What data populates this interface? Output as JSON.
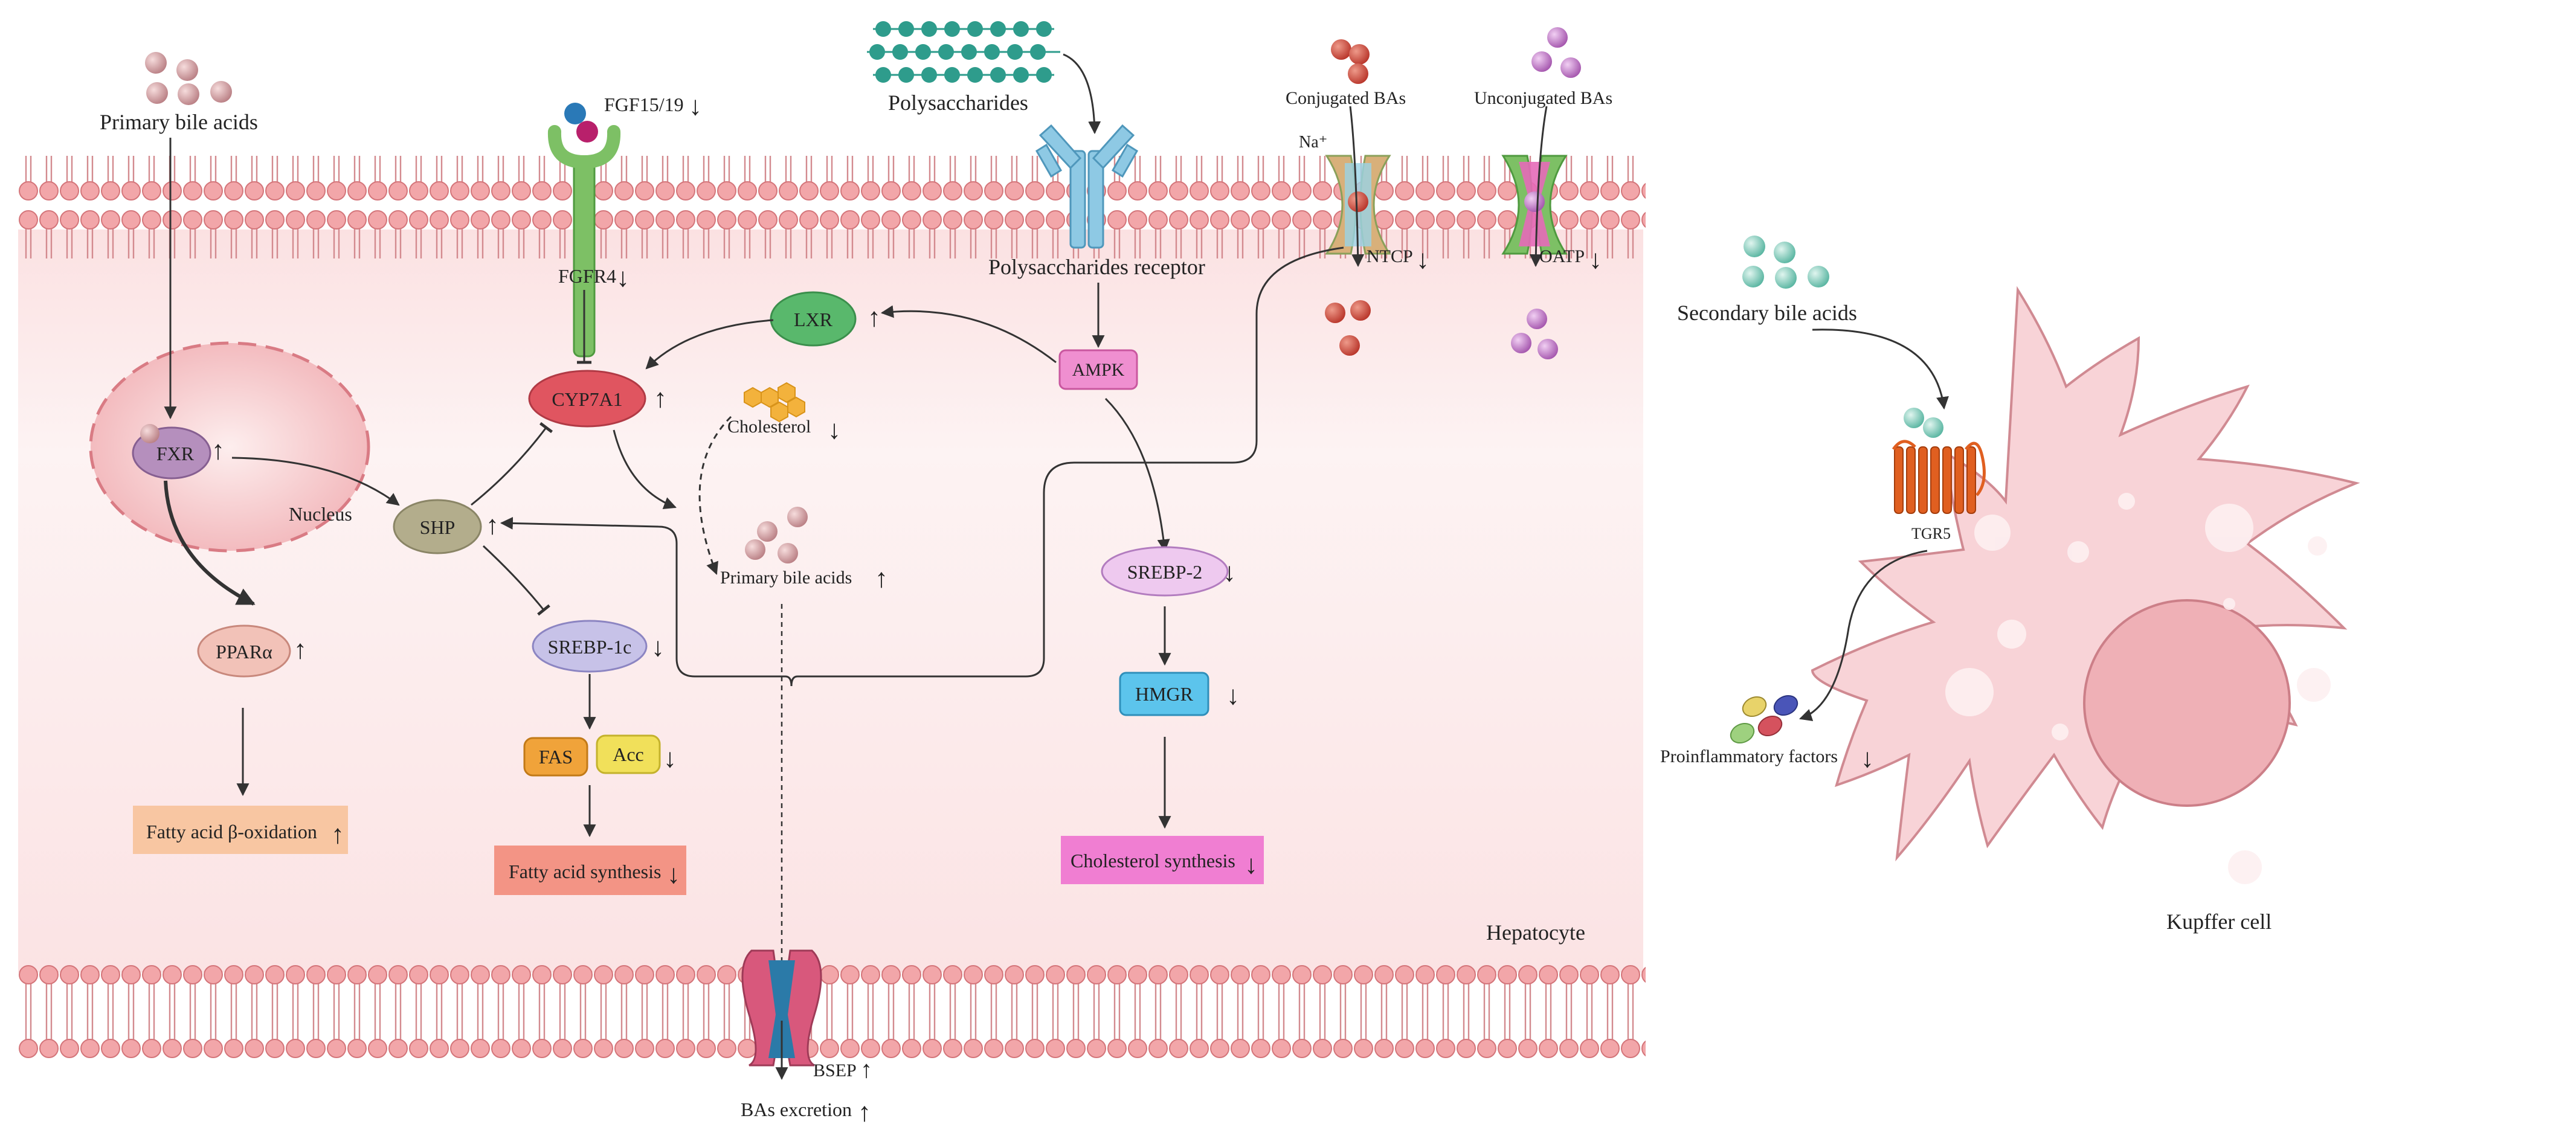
{
  "colors": {
    "membrane": "#f2a9ab",
    "membrane_stroke": "#d4757a",
    "cell_bg": "#fdf0f1",
    "kupffer": "#f7d1d6",
    "kupffer_stroke": "#cf8e96",
    "nucleus": "#efb3b8"
  },
  "labels": {
    "primary_bile_acids_top": "Primary bile acids",
    "fgf": "FGF15/19",
    "fgf_arrow": "↓",
    "fgfr4": "FGFR4",
    "fgfr4_arrow": "↓",
    "polysaccharides": "Polysaccharides",
    "polysaccharides_receptor": "Polysaccharides receptor",
    "conjugated_bas": "Conjugated BAs",
    "unconjugated_bas": "Unconjugated BAs",
    "na": "Na⁺",
    "ntcp": "NTCP",
    "ntcp_arrow": "↓",
    "oatp": "OATP",
    "oatp_arrow": "↓",
    "secondary_bile_acids": "Secondary bile acids",
    "tgr5": "TGR5",
    "lxr": "LXR",
    "lxr_arrow": "↑",
    "ampk": "AMPK",
    "cyp7a1": "CYP7A1",
    "cyp7a1_arrow": "↑",
    "cholesterol": "Cholesterol",
    "cholesterol_arrow": "↓",
    "fxr": "FXR",
    "fxr_arrow": "↑",
    "nucleus": "Nucleus",
    "shp": "SHP",
    "shp_arrow": "↑",
    "primary_bile_acids_mid": "Primary bile acids",
    "primary_bile_acids_mid_arrow": "↑",
    "srebp2": "SREBP-2",
    "srebp2_arrow": "↓",
    "hmgr": "HMGR",
    "hmgr_arrow": "↓",
    "ppara": "PPARα",
    "ppara_arrow": "↑",
    "srebp1c": "SREBP-1c",
    "srebp1c_arrow": "↓",
    "fas": "FAS",
    "acc": "Acc",
    "acc_arrow": "↓",
    "fa_oxidation": "Fatty acid β-oxidation",
    "fa_oxidation_arrow": "↑",
    "fa_synthesis": "Fatty acid synthesis",
    "fa_synthesis_arrow": "↓",
    "cholesterol_synthesis": "Cholesterol synthesis",
    "cholesterol_synthesis_arrow": "↓",
    "hepatocyte": "Hepatocyte",
    "bsep": "BSEP",
    "bsep_arrow": "↑",
    "bas_excretion": "BAs excretion",
    "bas_excretion_arrow": "↑",
    "proinflammatory": "Proinflammatory factors",
    "proinflammatory_arrow": "↓",
    "kupffer": "Kupffer cell"
  }
}
